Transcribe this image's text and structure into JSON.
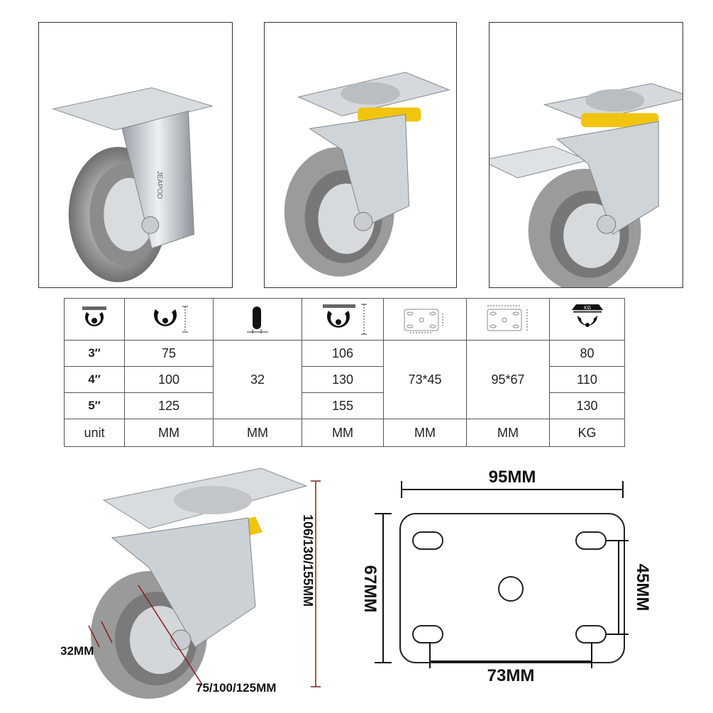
{
  "photos": [
    {
      "name": "fixed-caster-photo",
      "brand_mark": "JEAPOD"
    },
    {
      "name": "swivel-caster-photo"
    },
    {
      "name": "swivel-brake-caster-photo"
    }
  ],
  "spec_table": {
    "icons": [
      "caster-size-icon",
      "wheel-diameter-icon",
      "wheel-width-icon",
      "total-height-icon",
      "hole-spacing-icon",
      "plate-size-icon",
      "load-capacity-icon"
    ],
    "load_icon_label": "KG",
    "rows": [
      {
        "size": "3″",
        "diameter": "75",
        "height": "106",
        "load": "80"
      },
      {
        "size": "4″",
        "diameter": "100",
        "height": "130",
        "load": "110"
      },
      {
        "size": "5″",
        "diameter": "125",
        "height": "155",
        "load": "130"
      }
    ],
    "width": "32",
    "hole_spacing": "73*45",
    "plate_size": "95*67",
    "unit_row": {
      "label": "unit",
      "units": [
        "MM",
        "MM",
        "MM",
        "MM",
        "MM",
        "KG"
      ]
    }
  },
  "caster_diagram": {
    "height_label": "106/130/155MM",
    "width_label": "32MM",
    "diameter_label": "75/100/125MM"
  },
  "plate_diagram": {
    "width_label": "95MM",
    "height_label": "67MM",
    "hole_height_label": "45MM",
    "hole_width_label": "73MM"
  }
}
